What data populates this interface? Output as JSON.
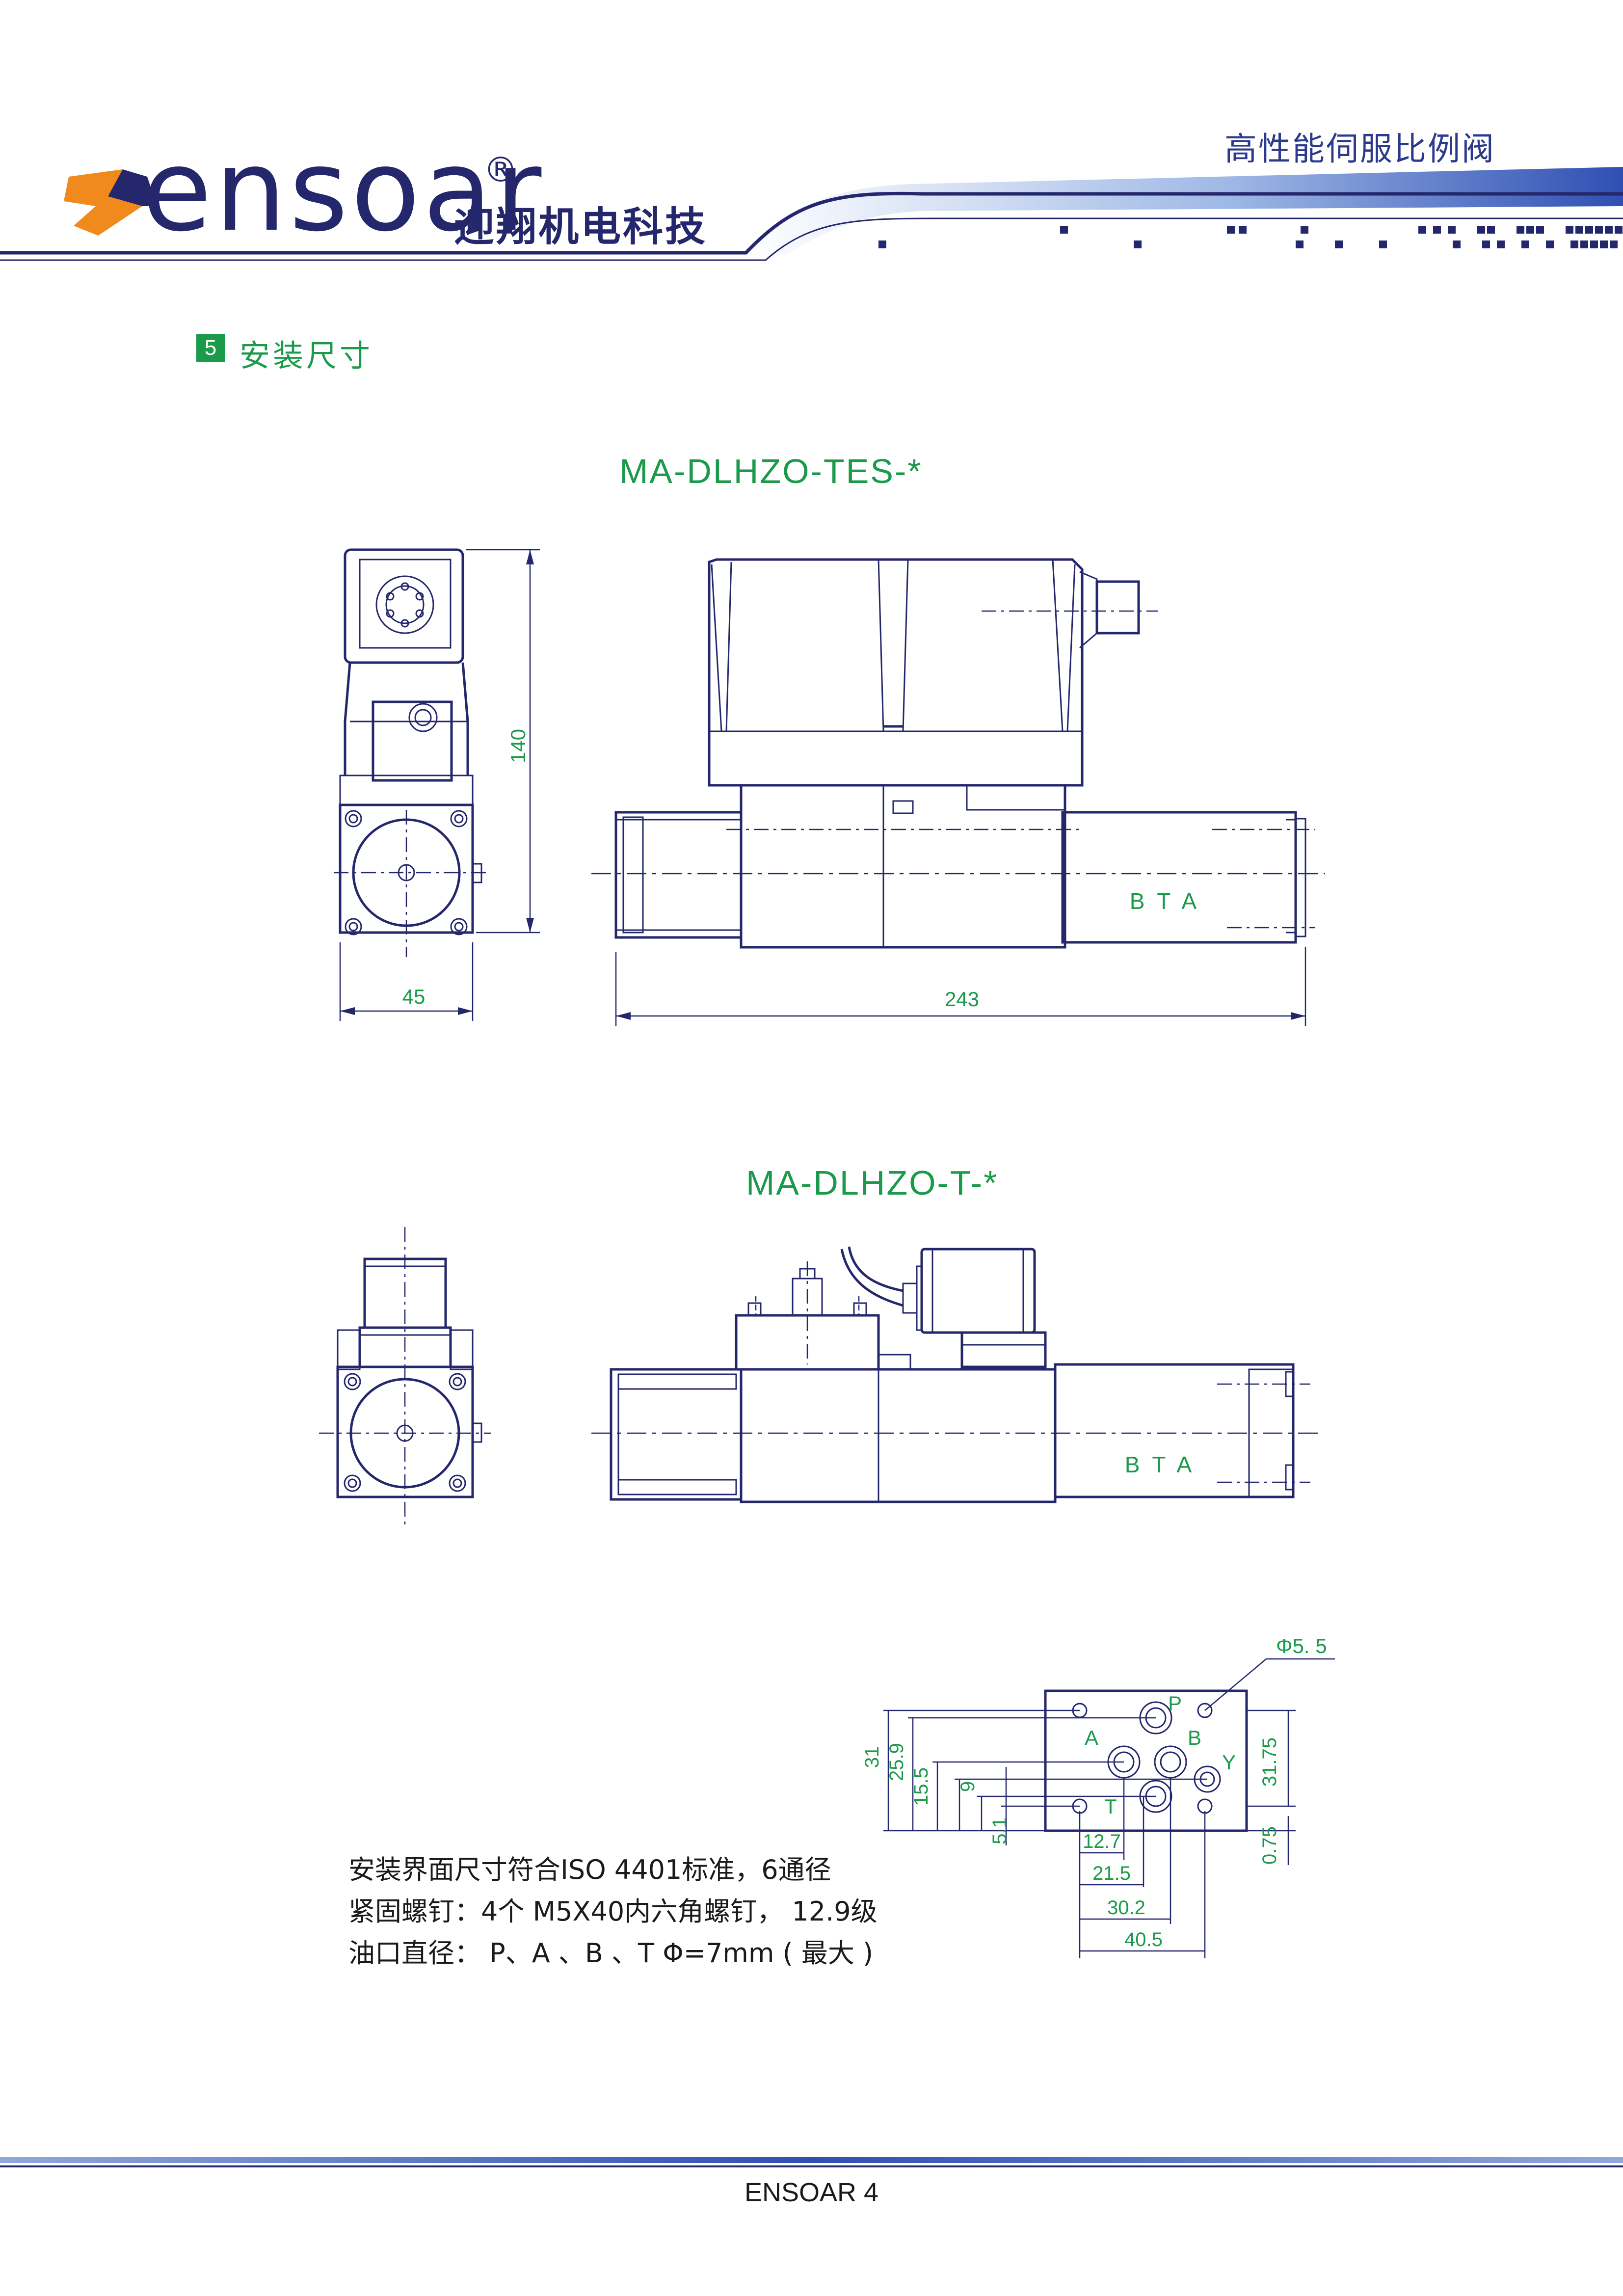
{
  "header": {
    "brand": "ensoar",
    "registered": "®",
    "brand_cn": "迎翔机电科技",
    "page_title": "高性能伺服比例阀"
  },
  "section": {
    "number": "5",
    "title": "安装尺寸"
  },
  "drawing1": {
    "model": "MA-DLHZO-TES-*",
    "dim_height": "140",
    "dim_width": "45",
    "dim_length": "243",
    "port_labels": "B  T  A"
  },
  "drawing2": {
    "model": "MA-DLHZO-T-*",
    "port_labels": "B  T  A"
  },
  "interface": {
    "hole_dia": "Φ5. 5",
    "ports": {
      "p": "P",
      "a": "A",
      "b": "B",
      "t": "T",
      "y": "Y"
    },
    "dims_left": [
      "31",
      "25.9",
      "15.5",
      "9",
      "5.1"
    ],
    "dims_right": [
      "31.75",
      "0.75"
    ],
    "dims_bottom": [
      "12.7",
      "21.5",
      "30.2",
      "40.5"
    ]
  },
  "notes": [
    "安装界面尺寸符合ISO 4401标准，6通径",
    "紧固螺钉：4个 M5X40内六角螺钉， 12.9级",
    "油口直径： P、A 、B 、T  Φ=7mm ( 最大 )"
  ],
  "footer": {
    "text": "ENSOAR  4"
  },
  "colors": {
    "brand_blue": "#24276b",
    "accent_green": "#1a9a4a",
    "logo_orange": "#f08a1c"
  }
}
